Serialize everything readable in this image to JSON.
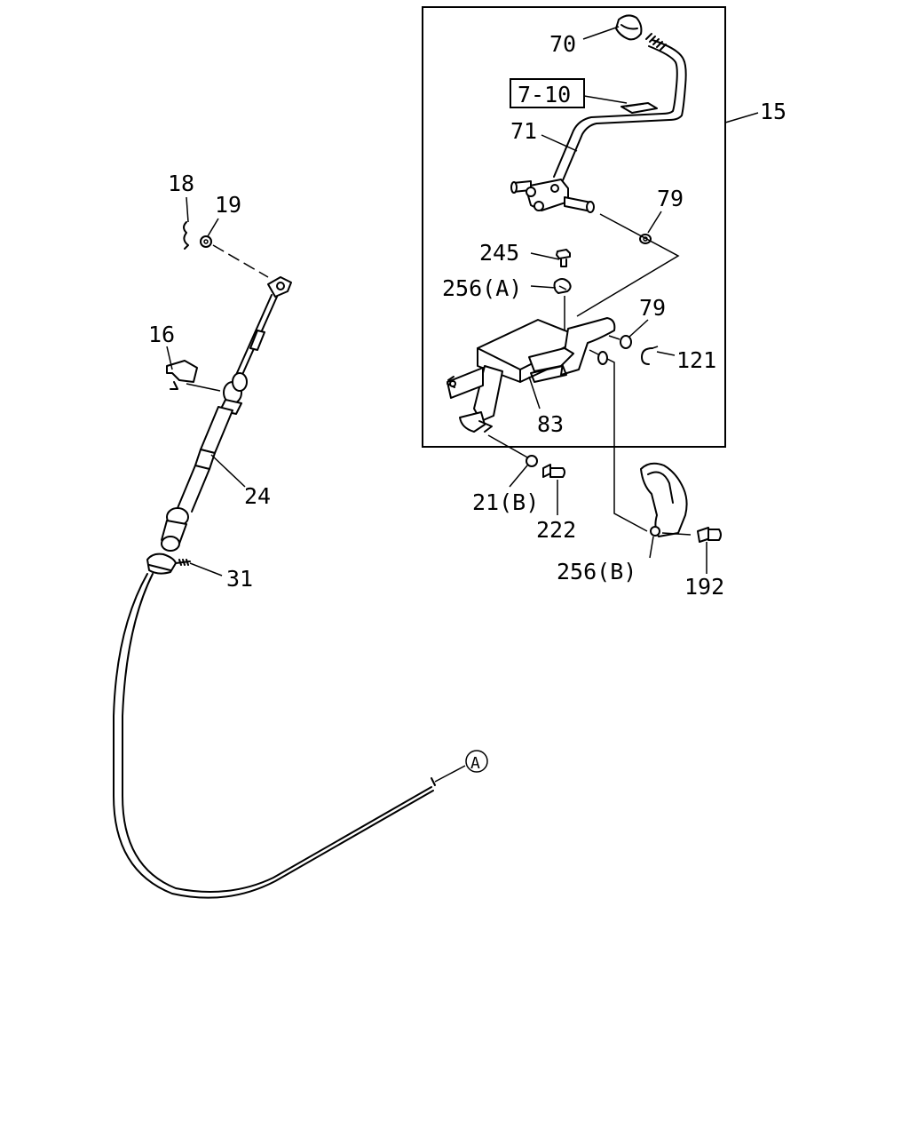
{
  "labels": {
    "p70": "70",
    "p7_10": "7-10",
    "p71": "71",
    "p15": "15",
    "p79a": "79",
    "p245": "245",
    "p256a": "256(A)",
    "p79b": "79",
    "p121": "121",
    "p83": "83",
    "p21b": "21(B)",
    "p222": "222",
    "p256b": "256(B)",
    "p192": "192",
    "p18": "18",
    "p19": "19",
    "p16": "16",
    "p24": "24",
    "p31": "31",
    "refA": "A"
  }
}
